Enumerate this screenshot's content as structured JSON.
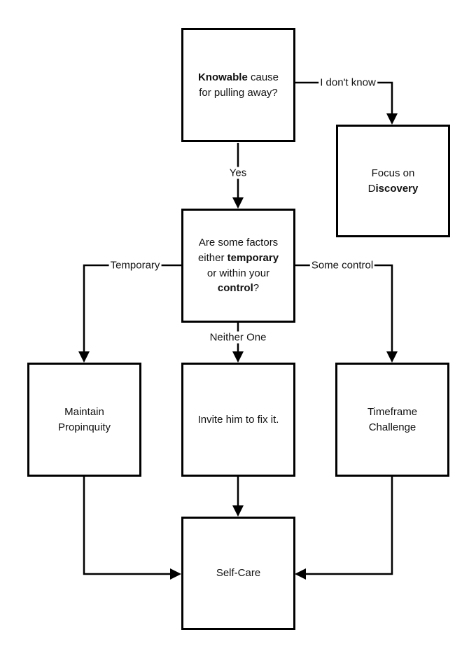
{
  "diagram": {
    "type": "flowchart",
    "colors": {
      "canvas_bg": "#ffffff",
      "line_color": "#000000",
      "box_fill": "#ffffff",
      "box_border": "#000000",
      "text_color": "#111111"
    }
  },
  "boxes": {
    "knowable": {
      "line1_bold": "Knowable",
      "line1_rest": " cause",
      "line2": "for pulling away?"
    },
    "discovery": {
      "line1": "Focus on",
      "line2_prefix": "D",
      "line2_bold": "iscovery"
    },
    "question": {
      "line1": "Are some factors",
      "line2_prefix": "either ",
      "line2_bold": "temporary",
      "line3": "or within your",
      "line4_bold": "control",
      "line4_suffix": "?"
    },
    "maintain": {
      "line1": "Maintain",
      "line2": "Propinquity"
    },
    "invite": {
      "line1": "Invite him to fix it."
    },
    "timeframe": {
      "line1": "Timeframe",
      "line2": "Challenge"
    },
    "selfcare": {
      "line1": "Self-Care"
    }
  },
  "edge_labels": {
    "dont_know": "I don't know",
    "yes": "Yes",
    "temporary": "Temporary",
    "some_control": "Some control",
    "neither_one": "Neither One"
  }
}
